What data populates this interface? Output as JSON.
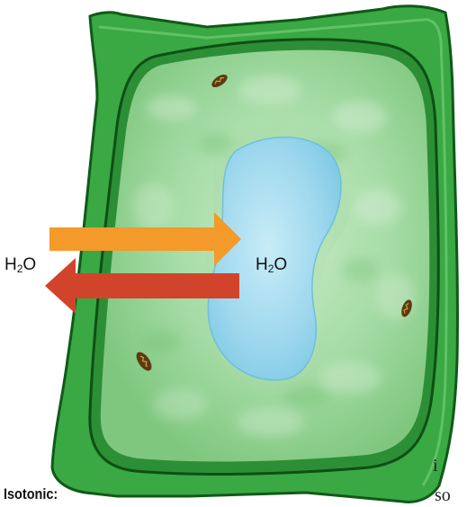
{
  "diagram": {
    "water_left": {
      "base": "H",
      "sub": "2",
      "rest": "O"
    },
    "water_right": {
      "base": "H",
      "sub": "2",
      "rest": "O"
    },
    "caption": "Isotonic:",
    "cut_text_1": "i",
    "cut_text_2": "so"
  },
  "colors": {
    "cell_wall": "#3aa843",
    "cell_wall_dark": "#0f5a18",
    "cytoplasm": "#8fd08f",
    "vacuole": "#8ccfe8",
    "arrow_in": "#f39a2a",
    "arrow_out": "#d2432b",
    "chloroplast": "#5e3a12"
  },
  "icons": {
    "arrow_in": "arrow-right-icon",
    "arrow_out": "arrow-left-icon"
  }
}
